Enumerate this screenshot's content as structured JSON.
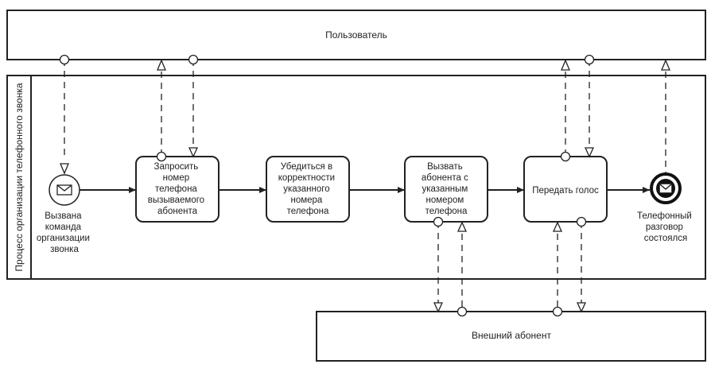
{
  "pools": {
    "top": "Пользователь",
    "bottom": "Внешний абонент",
    "middle": "Процесс организации телефонного звонка"
  },
  "start_event": {
    "label": [
      "Вызвана",
      "команда",
      "организации",
      "звонка"
    ],
    "icon": "envelope-icon"
  },
  "end_event": {
    "label": [
      "Телефонный",
      "разговор",
      "состоялся"
    ],
    "icon": "envelope-filled-icon"
  },
  "tasks": [
    {
      "id": "task-1",
      "lines": [
        "Запросить",
        "номер",
        "телефона",
        "вызываемого",
        "абонента"
      ]
    },
    {
      "id": "task-2",
      "lines": [
        "Убедиться в",
        "корректности",
        "указанного",
        "номера",
        "телефона"
      ]
    },
    {
      "id": "task-3",
      "lines": [
        "Вызвать",
        "абонента с",
        "указанным",
        "номером",
        "телефона"
      ]
    },
    {
      "id": "task-4",
      "lines": [
        "Передать голос"
      ]
    }
  ],
  "colors": {
    "stroke": "#222222",
    "background": "#ffffff",
    "end_event_fill": "#111111"
  }
}
